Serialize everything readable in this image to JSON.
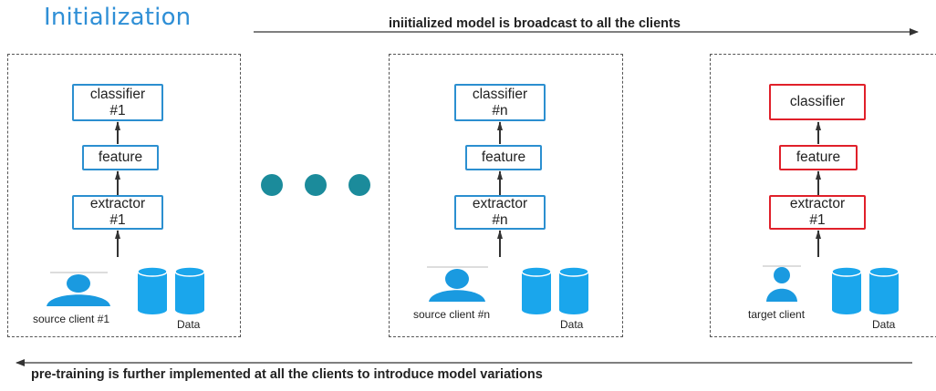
{
  "title": "Initialization",
  "top_caption": "iniitialized model is broadcast to all the clients",
  "bottom_caption": "pre-training is further implemented at all the clients to introduce model variations",
  "colors": {
    "accent": "#2f8fd6",
    "blue_box": "#2b8fd0",
    "red_box": "#e0202a",
    "dots": "#1b8b9b"
  },
  "panels": [
    {
      "classifier_line1": "classifier",
      "classifier_line2": "#1",
      "feature": "feature",
      "extractor_line1": "extractor",
      "extractor_line2": "#1",
      "client_label": "source client #1",
      "data_label": "Data"
    },
    {
      "classifier_line1": "classifier",
      "classifier_line2": "#n",
      "feature": "feature",
      "extractor_line1": "extractor",
      "extractor_line2": "#n",
      "client_label": "source client #n",
      "data_label": "Data"
    },
    {
      "classifier_line1": "classifier",
      "classifier_line2": "",
      "feature": "feature",
      "extractor_line1": "extractor",
      "extractor_line2": "#1",
      "client_label": "target client",
      "data_label": "Data"
    }
  ]
}
